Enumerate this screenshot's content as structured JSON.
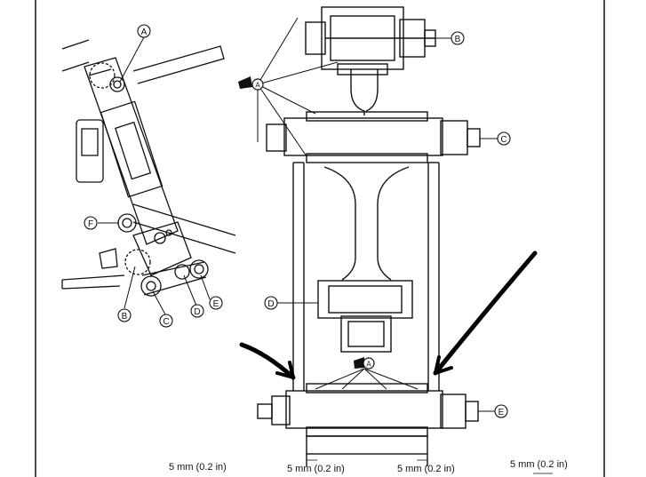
{
  "callouts": {
    "A": "A",
    "B": "B",
    "C": "C",
    "D": "D",
    "E": "E",
    "F": "F"
  },
  "grease_symbol_letter": "A",
  "dimensions": {
    "d1": "5 mm (0.2 in)",
    "d2": "5 mm (0.2 in)",
    "d3": "5 mm (0.2 in)",
    "d4": "5 mm (0.2 in)"
  },
  "colors": {
    "ink": "#111111",
    "background": "#ffffff",
    "marker": "#000000"
  }
}
